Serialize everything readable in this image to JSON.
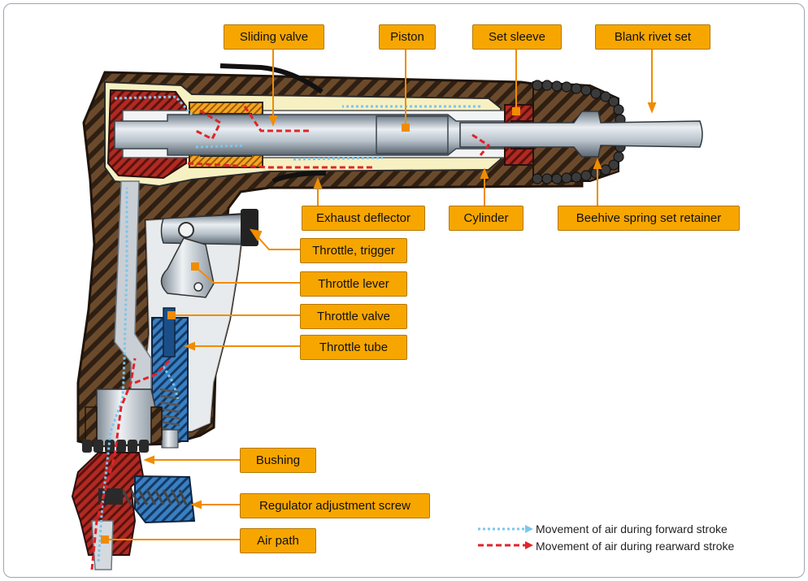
{
  "labels": {
    "sliding_valve": "Sliding valve",
    "piston": "Piston",
    "set_sleeve": "Set sleeve",
    "blank_rivet_set": "Blank rivet set",
    "exhaust_deflector": "Exhaust deflector",
    "cylinder": "Cylinder",
    "beehive_retainer": "Beehive spring set retainer",
    "throttle_trigger": "Throttle, trigger",
    "throttle_lever": "Throttle lever",
    "throttle_valve": "Throttle valve",
    "throttle_tube": "Throttle tube",
    "bushing": "Bushing",
    "regulator_screw": "Regulator adjustment screw",
    "air_path": "Air path"
  },
  "legend": {
    "forward": "Movement of air during forward stroke",
    "rearward": "Movement of air during rearward stroke"
  },
  "colors": {
    "callout_fill": "#f7a600",
    "callout_border": "#b57800",
    "leader_line": "#f08c00",
    "housing_brown": "#6b4a2c",
    "forward_air": "#7cc6ec",
    "rearward_air": "#e0242b",
    "metal_blue": "#3a7fc1",
    "liner_cream": "#f7f0c2"
  }
}
